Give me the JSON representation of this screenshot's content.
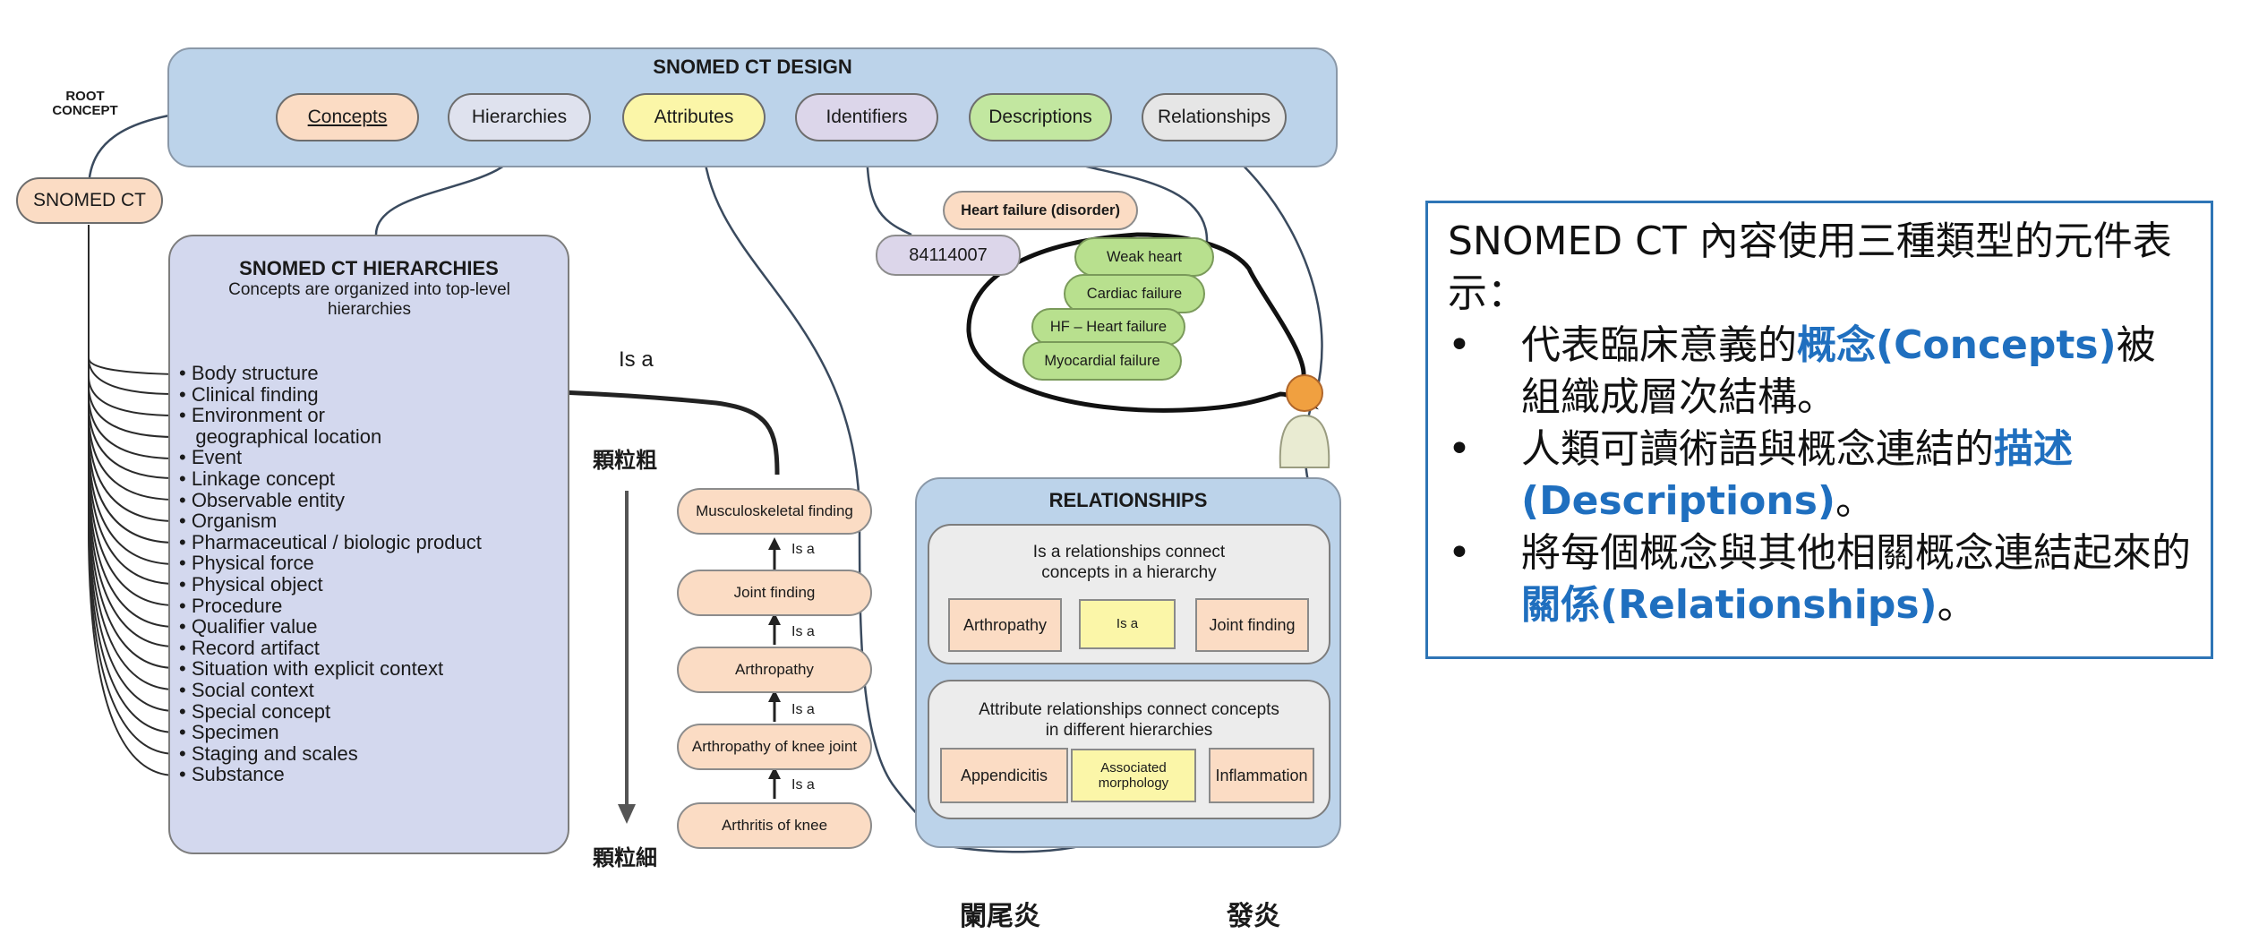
{
  "design": {
    "title": "SNOMED CT DESIGN",
    "pills": {
      "concepts": "Concepts",
      "hierarchies": "Hierarchies",
      "attributes": "Attributes",
      "identifiers": "Identifiers",
      "descriptions": "Descriptions",
      "relationships": "Relationships"
    }
  },
  "root": {
    "label": "ROOT\nCONCEPT",
    "node": "SNOMED CT"
  },
  "hierarchies": {
    "title": "SNOMED CT HIERARCHIES",
    "subtitle": "Concepts are organized into top-level\nhierarchies",
    "items": [
      "• Body structure",
      "• Clinical finding",
      "• Environment or",
      "   geographical location",
      "• Event",
      "• Linkage concept",
      "• Observable entity",
      "• Organism",
      "• Pharmaceutical / biologic product",
      "• Physical force",
      "• Physical object",
      "• Procedure",
      "• Qualifier value",
      "• Record artifact",
      "• Situation with explicit context",
      "• Social context",
      "• Special concept",
      "• Specimen",
      "• Staging and scales",
      "• Substance"
    ]
  },
  "chain": {
    "isa_top": "Is a",
    "coarse": "顆粒粗",
    "fine": "顆粒細",
    "nodes": [
      "Musculoskeletal finding",
      "Joint finding",
      "Arthropathy",
      "Arthropathy of knee joint",
      "Arthritis of knee"
    ],
    "isa": "Is a"
  },
  "descriptions_bubble": {
    "preferred": "Heart failure (disorder)",
    "id": "84114007",
    "synonyms": [
      "Weak heart",
      "Cardiac failure",
      "HF – Heart failure",
      "Myocardial failure"
    ]
  },
  "relationships": {
    "title": "RELATIONSHIPS",
    "isa_text": "Is a  relationships connect\nconcepts in a hierarchy",
    "isa_left": "Arthropathy",
    "isa_mid": "Is a",
    "isa_right": "Joint finding",
    "attr_text": "Attribute relationships connect concepts\nin different hierarchies",
    "attr_left": "Appendicitis",
    "attr_mid": "Associated\nmorphology",
    "attr_right": "Inflammation"
  },
  "cjk_labels": {
    "appendicitis": "闌尾炎",
    "inflammation": "發炎"
  },
  "panel": {
    "line1": "SNOMED CT 內容使用三種類型的元件表示：",
    "b1_pre": "代表臨床意義的",
    "b1_hl": "概念(Concepts)",
    "b1_post": "被組織成層次結構。",
    "b2_pre": "人類可讀術語與概念連結的",
    "b2_hl": "描述(Descriptions)",
    "b2_post": "。",
    "b3_pre": "將每個概念與其他相關概念連結起來的",
    "b3_hl": "關係(Relationships)",
    "b3_post": "。",
    "bullet": "•"
  },
  "colors": {
    "design_bg": "#bcd3ea",
    "hier_bg": "#d3d8ee",
    "concept_pill": "#fbdcc4",
    "attribute_pill": "#fbf6a8",
    "identifier_pill": "#dcd6ea",
    "description_pill": "#c2e7a0",
    "relationship_pill": "#e6e6e6",
    "accent": "#1f6fbf"
  }
}
